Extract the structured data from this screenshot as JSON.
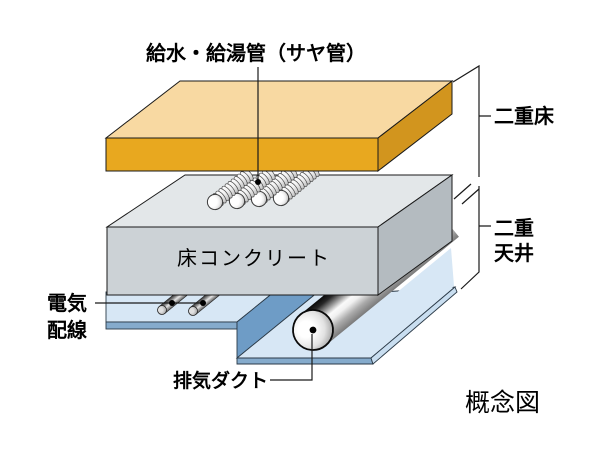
{
  "diagram": {
    "title_caption": "概念図",
    "labels": {
      "supply_pipes": "給水・給湯管（サヤ管）",
      "double_floor": "二重床",
      "floor_concrete": "床コンクリート",
      "double_ceiling": [
        "二重",
        "天井"
      ],
      "electric_wiring": [
        "電気",
        "配線"
      ],
      "exhaust_duct": "排気ダクト"
    },
    "colors": {
      "floor_top": "#F8D9A2",
      "floor_front": "#E8A81F",
      "floor_side": "#D2951E",
      "concrete_top": "#E3E7E9",
      "concrete_front": "#CCD2D6",
      "concrete_side": "#B4BBC0",
      "ceiling_top": "#D7E7F5",
      "ceiling_edge": "#85ABCC",
      "ceiling_edge_light": "#C9DEF0",
      "ceiling_step": "#6E9CC6",
      "outline": "#1a1a1a",
      "concrete_text": "#333333"
    }
  }
}
